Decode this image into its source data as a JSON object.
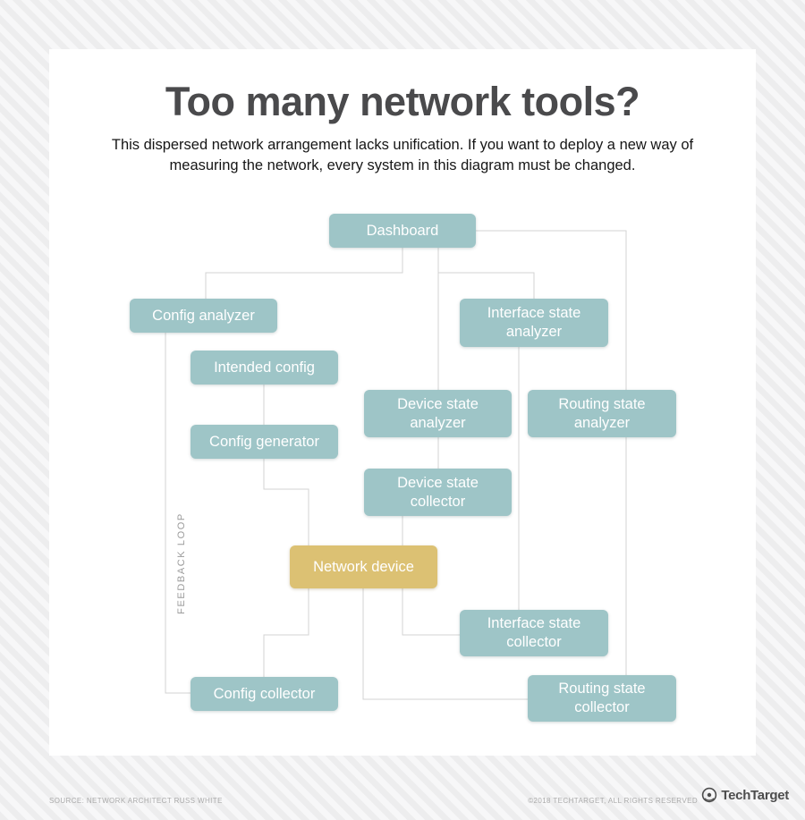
{
  "page": {
    "title": "Too many network tools?",
    "subtitle": "This dispersed network arrangement lacks unification. If you want to deploy a new way of measuring the network, every system in this diagram must be changed."
  },
  "diagram": {
    "feedback_loop_label": "FEEDBACK LOOP",
    "nodes": {
      "dashboard": {
        "label": "Dashboard"
      },
      "config_analyzer": {
        "label": "Config analyzer"
      },
      "interface_state_analyzer": {
        "label": "Interface state analyzer"
      },
      "intended_config": {
        "label": "Intended config"
      },
      "device_state_analyzer": {
        "label": "Device state analyzer"
      },
      "routing_state_analyzer": {
        "label": "Routing state analyzer"
      },
      "config_generator": {
        "label": "Config generator"
      },
      "device_state_collector": {
        "label": "Device state collector"
      },
      "network_device": {
        "label": "Network device"
      },
      "interface_state_collector": {
        "label": "Interface state collector"
      },
      "config_collector": {
        "label": "Config collector"
      },
      "routing_state_collector": {
        "label": "Routing state collector"
      }
    },
    "colors": {
      "node_fill": "#9ec5c7",
      "highlight_fill": "#dcc173",
      "node_text": "#ffffff",
      "connector": "#d3d3d3"
    }
  },
  "footer": {
    "source": "SOURCE: NETWORK ARCHITECT RUSS WHITE",
    "copyright": "©2018 TECHTARGET, ALL RIGHTS RESERVED",
    "brand": "TechTarget"
  }
}
